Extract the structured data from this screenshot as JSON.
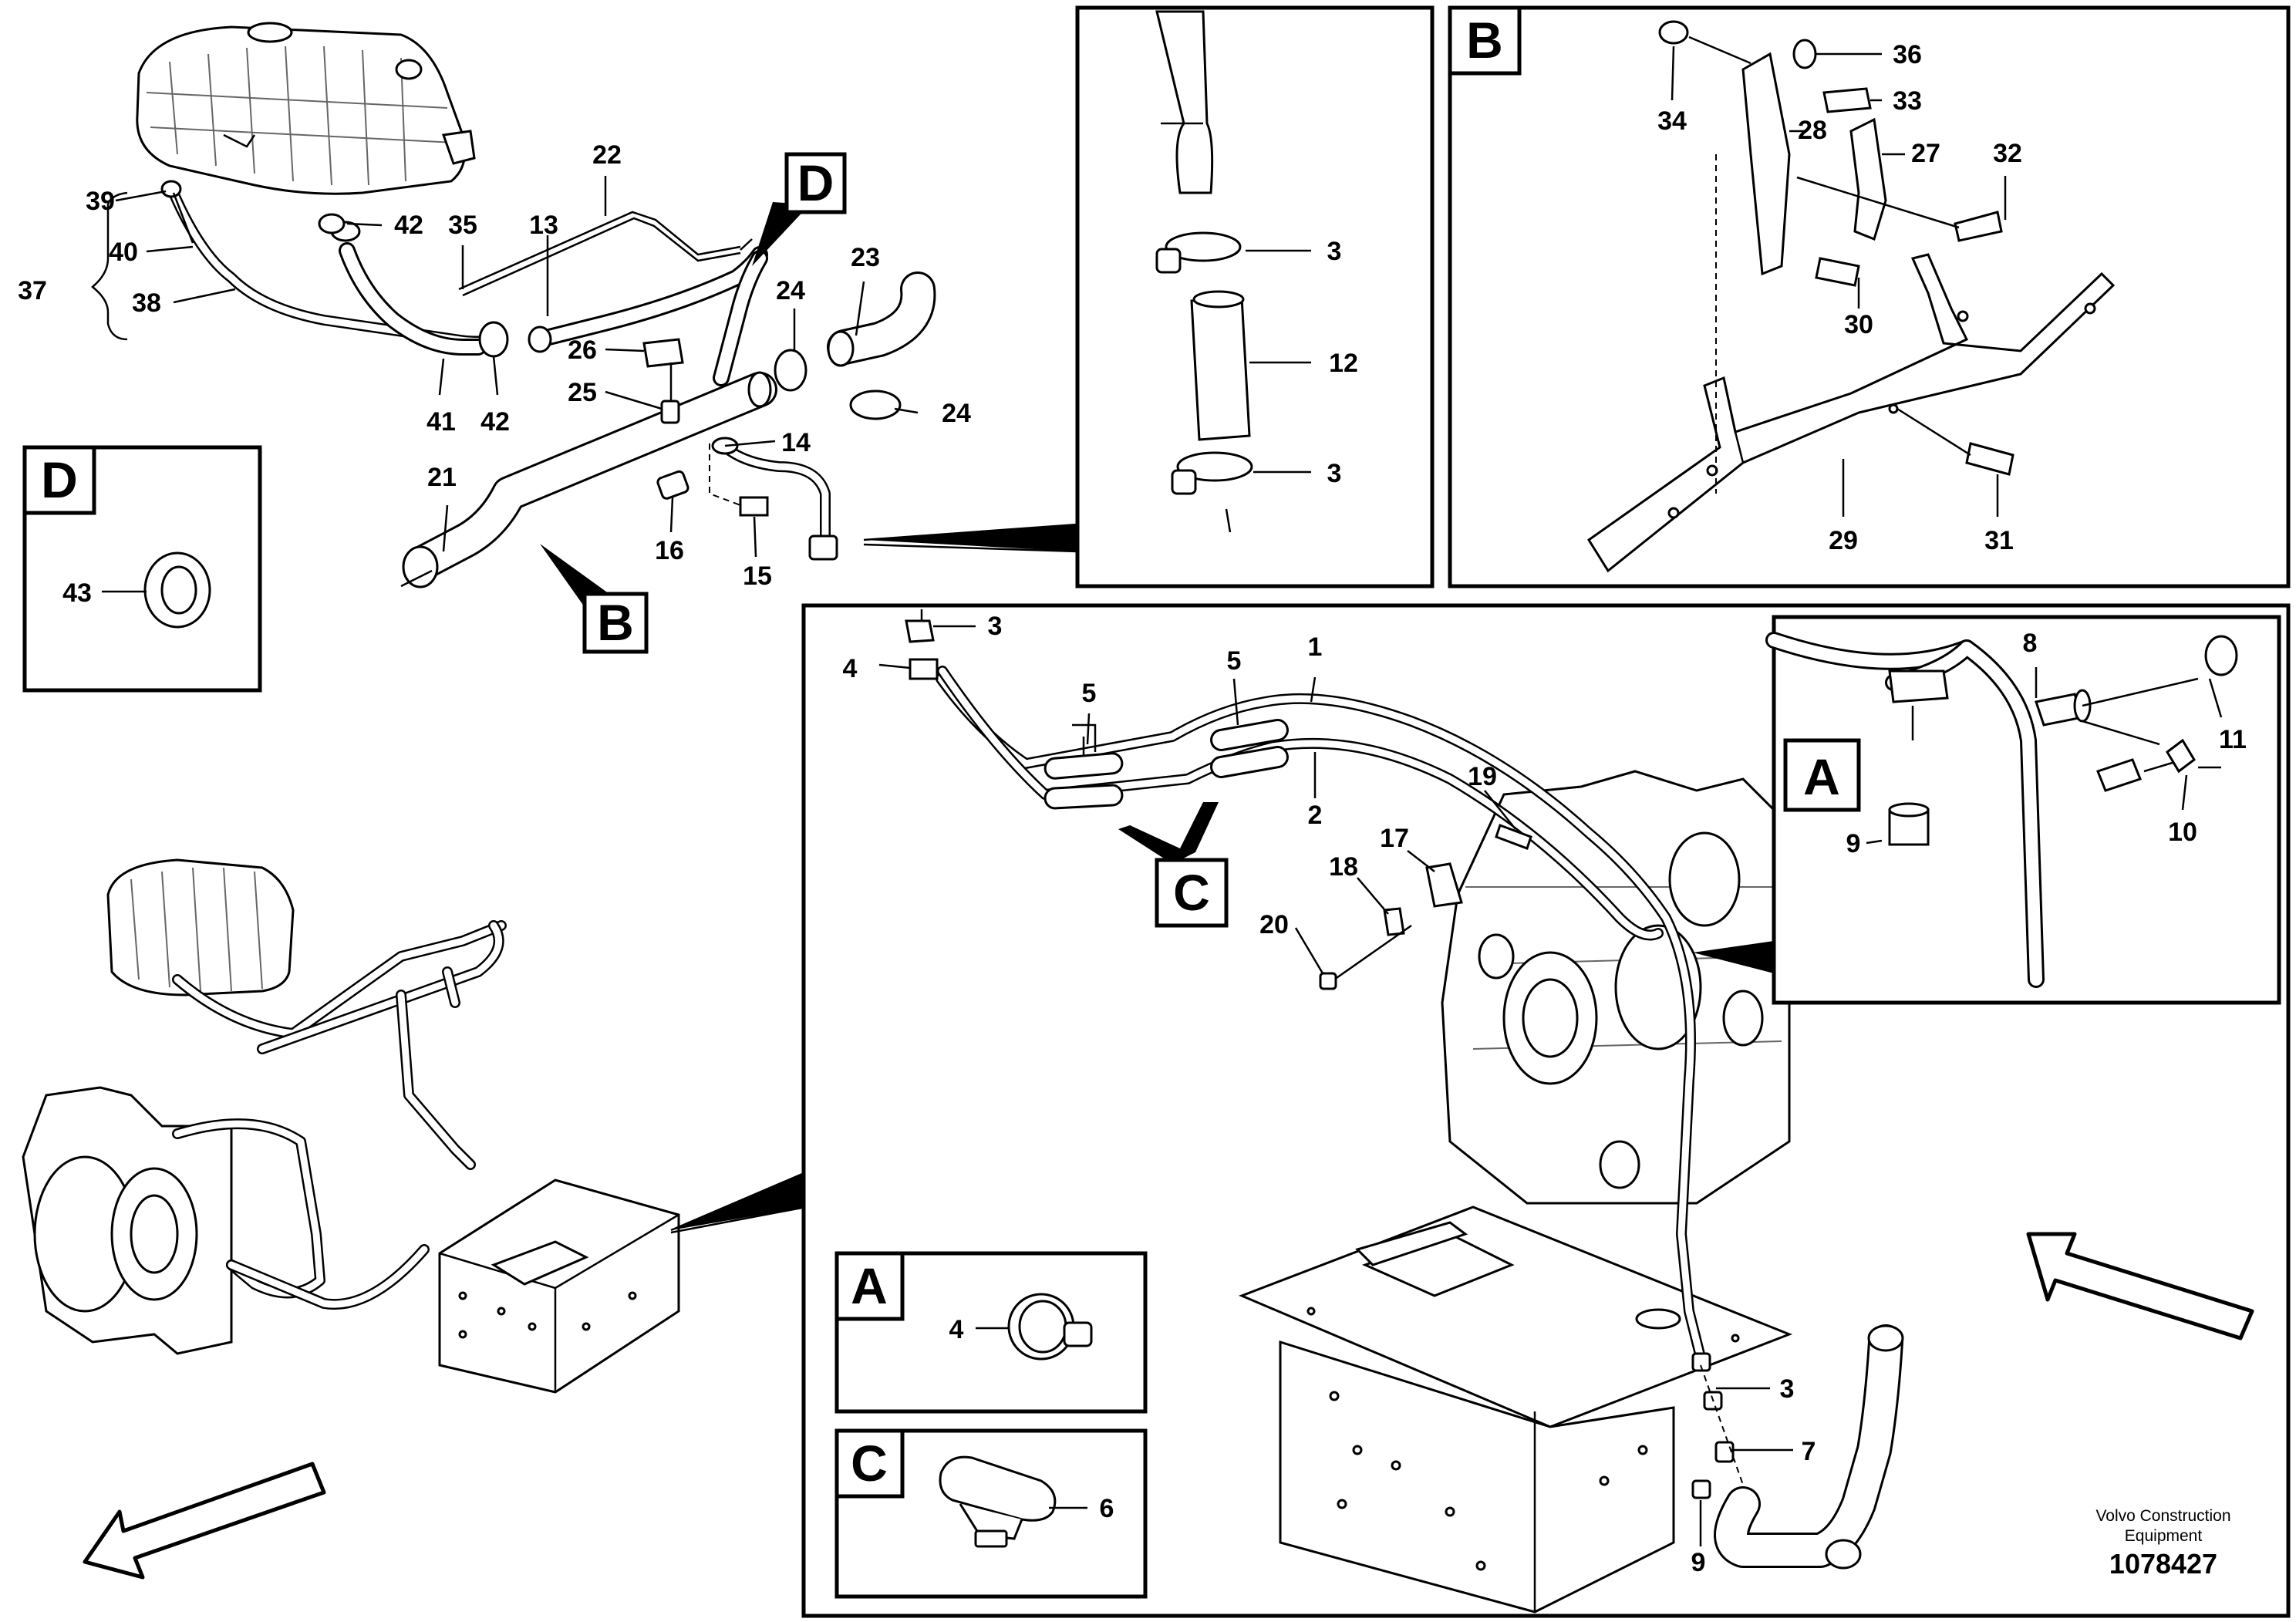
{
  "letters": {
    "D_top": "D",
    "B_bottom": "B",
    "D_inset": "D",
    "B_inset": "B",
    "C_main": "C",
    "A_inset": "A",
    "A_box": "A",
    "C_box": "C"
  },
  "labels": {
    "n39": "39",
    "n40": "40",
    "n37": "37",
    "n38": "38",
    "n42a": "42",
    "n35": "35",
    "n13": "13",
    "n22": "22",
    "n41": "41",
    "n42b": "42",
    "n26": "26",
    "n25": "25",
    "n24a": "24",
    "n23": "23",
    "n24b": "24",
    "n14": "14",
    "n16": "16",
    "n15": "15",
    "n21": "21",
    "n43": "43",
    "cup_3a": "3",
    "cup_12": "12",
    "cup_3b": "3",
    "b_34": "34",
    "b_36": "36",
    "b_33": "33",
    "b_28": "28",
    "b_27": "27",
    "b_32": "32",
    "b_30": "30",
    "b_29": "29",
    "b_31": "31",
    "m_3a": "3",
    "m_4": "4",
    "m_5a": "5",
    "m_5b": "5",
    "m_1": "1",
    "m_2": "2",
    "m_19": "19",
    "m_17": "17",
    "m_18": "18",
    "m_20": "20",
    "m_3b": "3",
    "m_7": "7",
    "m_9": "9",
    "a_8": "8",
    "a_11": "11",
    "a_10": "10",
    "a_9": "9",
    "box_a_4": "4",
    "box_c_6": "6"
  },
  "credit": {
    "line1": "Volvo Construction",
    "line2": "Equipment",
    "ref": "1078427"
  }
}
